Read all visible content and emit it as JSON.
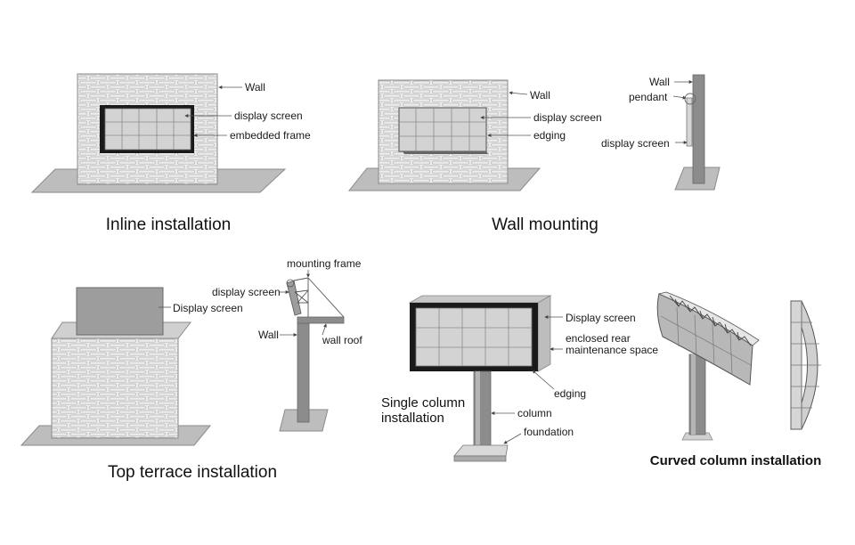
{
  "inline": {
    "caption": "Inline installation",
    "labels": {
      "wall": "Wall",
      "screen": "display screen",
      "frame": "embedded frame"
    }
  },
  "wall_mounting": {
    "caption": "Wall mounting",
    "labels": {
      "wall": "Wall",
      "screen": "display screen",
      "edging": "edging"
    },
    "side_labels": {
      "wall": "Wall",
      "pendant": "pendant",
      "screen": "display screen"
    }
  },
  "top_terrace": {
    "caption": "Top terrace installation",
    "labels": {
      "screen": "Display screen"
    },
    "side_labels": {
      "frame": "mounting frame",
      "screen": "display screen",
      "wall": "Wall",
      "roof": "wall roof"
    }
  },
  "single_column": {
    "caption_line1": "Single column",
    "caption_line2": "installation",
    "labels": {
      "screen": "Display screen",
      "rear1": "enclosed rear",
      "rear2": "maintenance space",
      "edging": "edging",
      "column": "column",
      "foundation": "foundation"
    }
  },
  "curved_column": {
    "caption": "Curved column installation"
  },
  "colors": {
    "brick_fill": "#ececec",
    "panel_fill": "#d0d0d0",
    "frame": "#1a1a1a",
    "ground": "#bdbdbd",
    "column": "#8c8c8c"
  }
}
